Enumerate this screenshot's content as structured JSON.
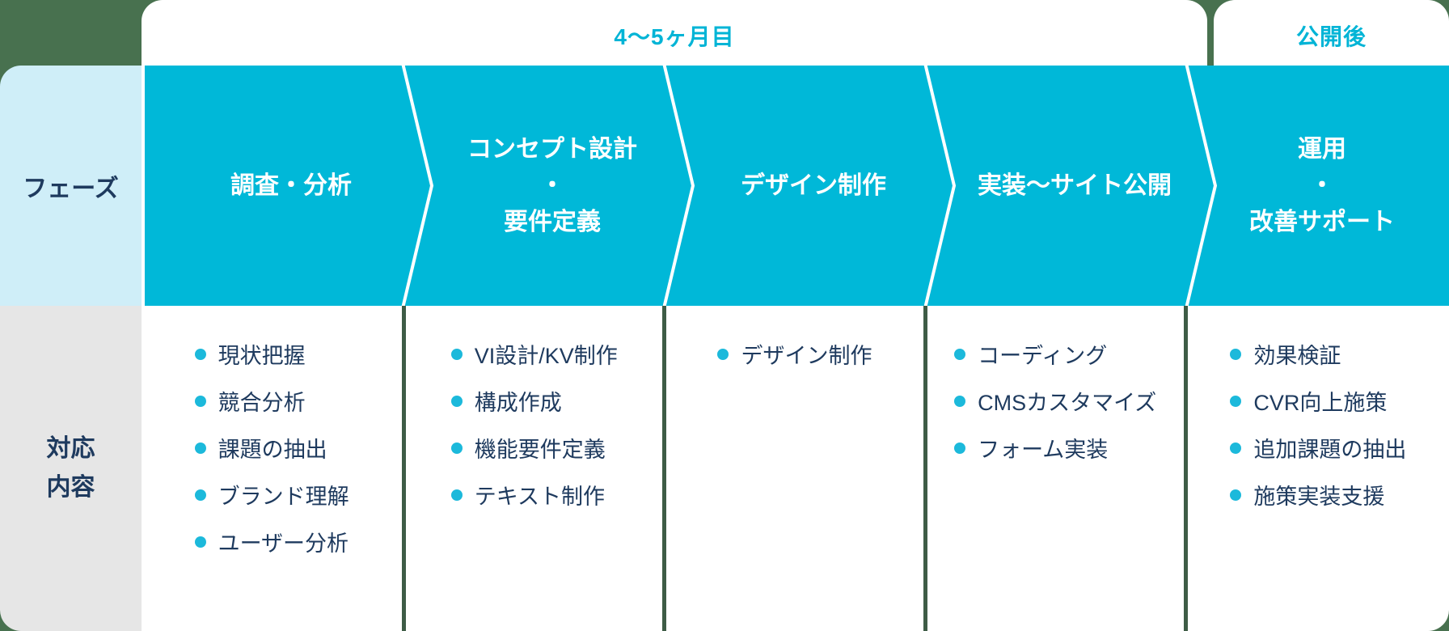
{
  "header": {
    "main_period_label": "4〜5ヶ月目",
    "after_launch_label": "公開後"
  },
  "row_labels": {
    "phase": "フェーズ",
    "content_lines": [
      "対応",
      "内容"
    ]
  },
  "phases": [
    {
      "title_lines": [
        "調査・分析"
      ],
      "items": [
        "現状把握",
        "競合分析",
        "課題の抽出",
        "ブランド理解",
        "ユーザー分析"
      ]
    },
    {
      "title_lines": [
        "コンセプト設計",
        "・",
        "要件定義"
      ],
      "items": [
        "VI設計/KV制作",
        "構成作成",
        "機能要件定義",
        "テキスト制作"
      ]
    },
    {
      "title_lines": [
        "デザイン制作"
      ],
      "items": [
        "デザイン制作"
      ]
    },
    {
      "title_lines": [
        "実装〜サイト公開"
      ],
      "items": [
        "コーディング",
        "CMSカスタマイズ",
        "フォーム実装"
      ]
    },
    {
      "title_lines": [
        "運用",
        "・",
        "改善サポート"
      ],
      "items": [
        "効果検証",
        "CVR向上施策",
        "追加課題の抽出",
        "施策実装支援"
      ]
    }
  ],
  "colors": {
    "background_green": "#48714f",
    "divider_green": "#3e5c46",
    "phase_cyan": "#00b8d8",
    "label_light_blue": "#cfeef8",
    "label_gray": "#e6e6e6",
    "text_navy": "#1e3a5e",
    "bullet_cyan": "#1cb9db",
    "header_text_cyan": "#00b4d6"
  }
}
